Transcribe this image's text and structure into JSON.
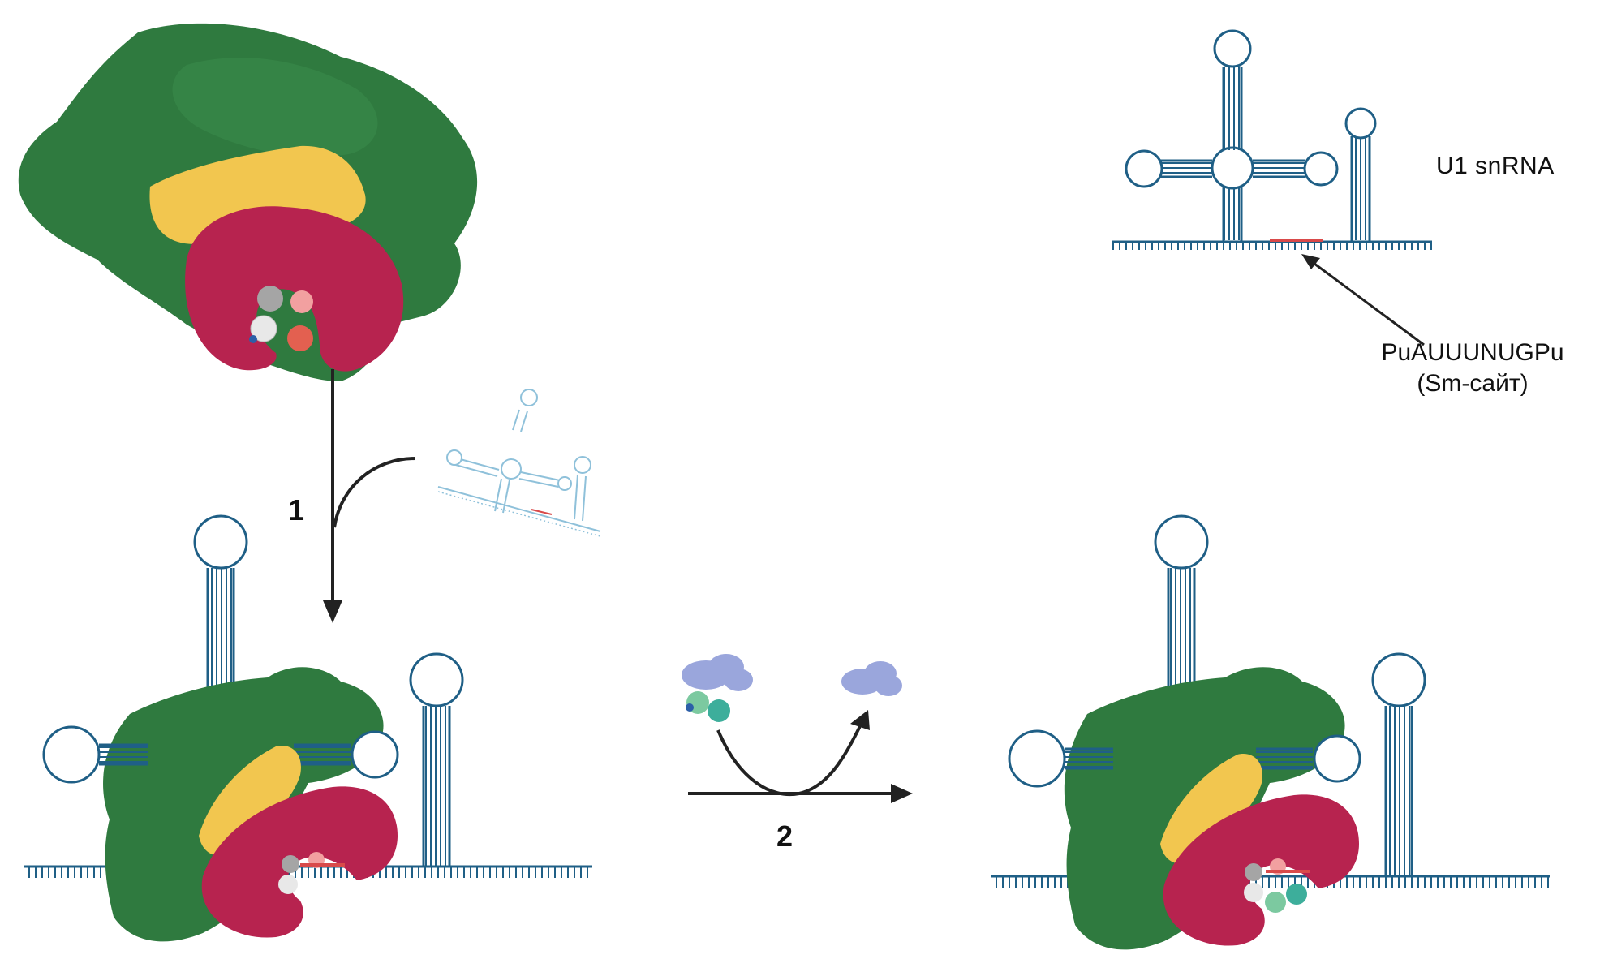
{
  "labels": {
    "u1_snrna": "U1 snRNA",
    "sm_site_seq": "PuAUUUNUGPu",
    "sm_site_name": "(Sm-сайт)",
    "step1": "1",
    "step2": "2"
  },
  "colors": {
    "rna": "#1f5f86",
    "rna_light": "#8fc1da",
    "sm_site": "#d94a4a",
    "complex_green": "#2f7a3f",
    "complex_dark_green": "#25632f",
    "complex_yellow": "#f2c64f",
    "complex_red": "#b7234f",
    "arrow": "#222222",
    "lsm_cloud": "#9aa6dc",
    "protein_teal": "#3dae9b"
  },
  "icons": [
    "u1-snrna-structure",
    "sm-ring-complex",
    "smn-complex",
    "lsm-cloud",
    "reaction-arrow"
  ]
}
